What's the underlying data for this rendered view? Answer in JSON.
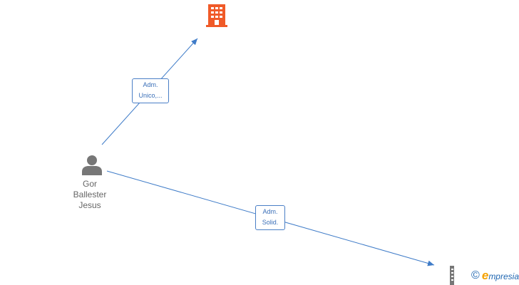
{
  "diagram": {
    "person": {
      "name_lines": [
        "Gor",
        "Ballester",
        "Jesus"
      ],
      "icon": "person-icon",
      "color": "#777777"
    },
    "companies": [
      {
        "icon": "building-icon",
        "color": "#f05a28"
      },
      {
        "icon": "building-icon",
        "color": "#777777"
      }
    ],
    "relations": [
      {
        "label_lines": [
          "Adm.",
          "Unico,..."
        ]
      },
      {
        "label_lines": [
          "Adm.",
          "Solid."
        ]
      }
    ],
    "edge_color": "#3f7cc8"
  },
  "watermark": {
    "symbol": "©",
    "brand_initial": "e",
    "brand_rest": "mpresia"
  }
}
